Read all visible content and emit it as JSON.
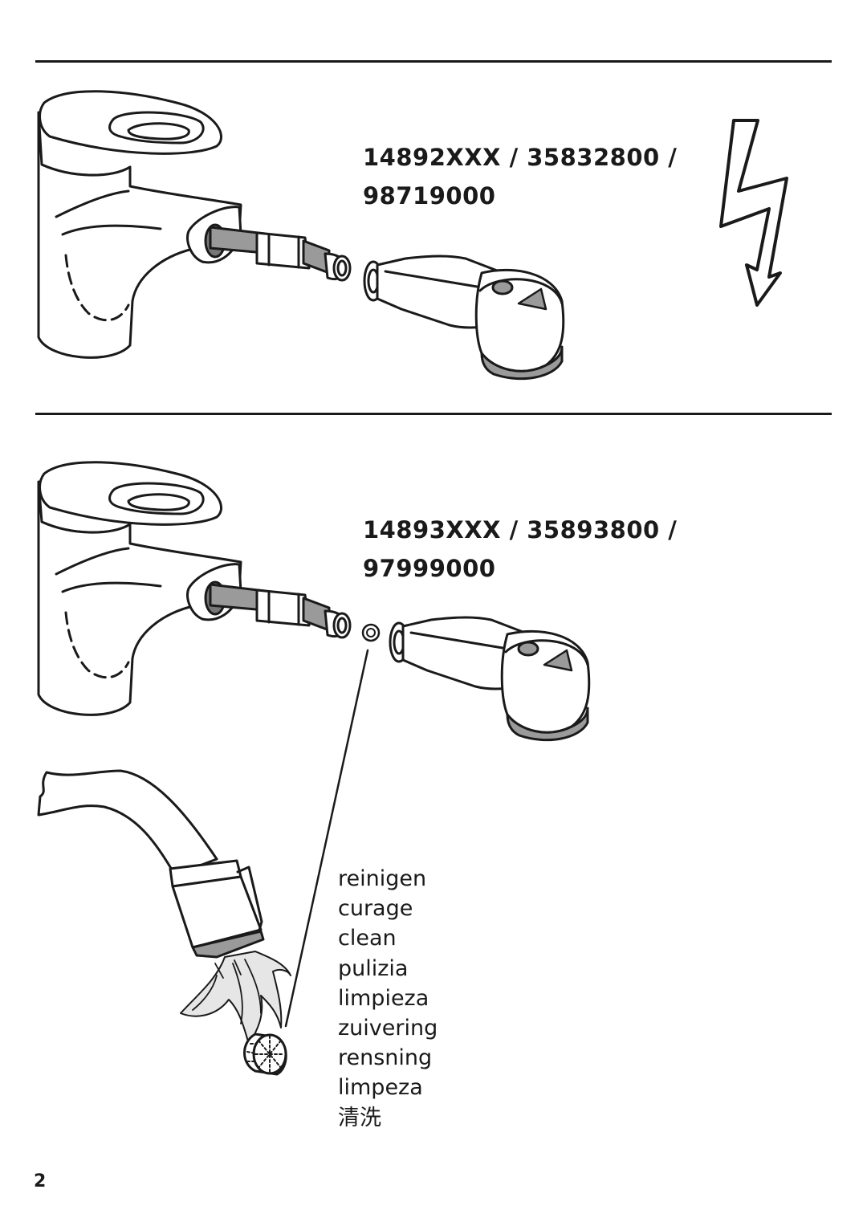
{
  "section_1": {
    "code_line_1": "14892XXX / 35832800 /",
    "code_line_2": "98719000"
  },
  "section_2": {
    "code_line_1": "14893XXX / 35893800 /",
    "code_line_2": "97999000"
  },
  "cleaning": {
    "labels": [
      "reinigen",
      "curage",
      "clean",
      "pulizia",
      "limpieza",
      "zuivering",
      "rensning",
      "limpeza",
      "清洗"
    ]
  },
  "icons": {
    "warning": "lightning-bolt-icon"
  },
  "colors": {
    "line": "#1a1a1a",
    "metal_grey": "#9a9a9a",
    "background": "#ffffff"
  },
  "page_number": "2"
}
